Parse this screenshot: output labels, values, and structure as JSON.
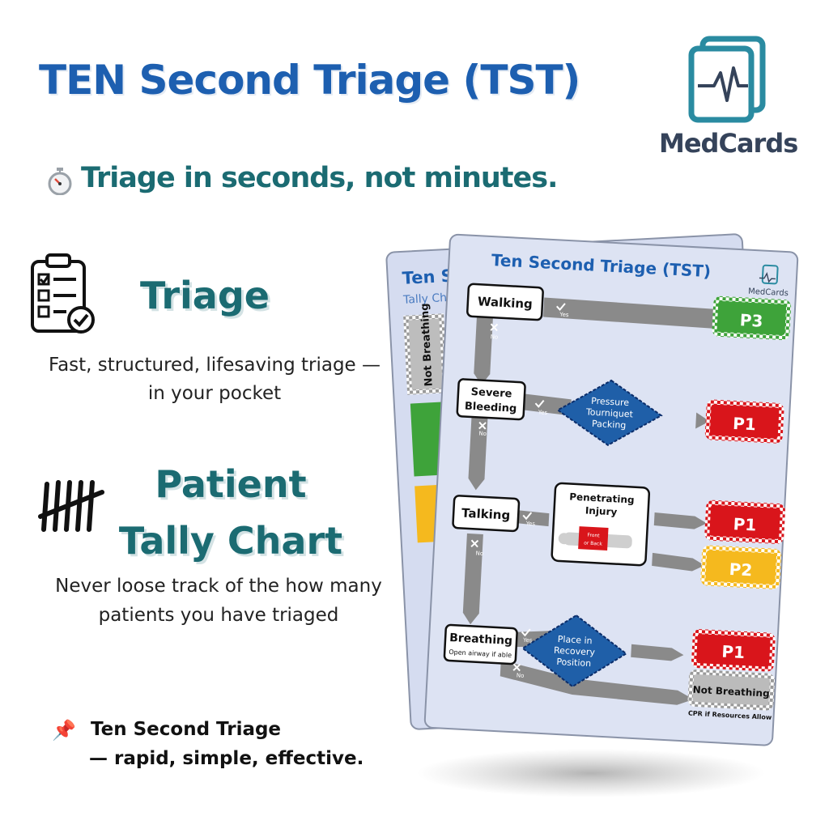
{
  "header": {
    "title": "TEN Second Triage (TST)",
    "brand": "MedCards"
  },
  "tagline": "Triage in seconds, not minutes.",
  "features": [
    {
      "heading": "Triage",
      "description": "Fast, structured, lifesaving triage — in your pocket",
      "icon": "clipboard-checklist-icon"
    },
    {
      "heading": "Patient Tally Chart",
      "heading_line1": "Patient",
      "heading_line2": "Tally Chart",
      "description": "Never loose track of the how many patients you have triaged",
      "icon": "tally-marks-icon"
    }
  ],
  "footer": {
    "line1": "Ten Second Triage",
    "line2": "— rapid, simple, effective.",
    "icon": "pushpin-icon"
  },
  "card_back": {
    "title": "Ten Sec",
    "subtitle": "Tally Ch",
    "label": "Not Breathing"
  },
  "card": {
    "title": "Ten Second Triage (TST)",
    "brand": "MedCards",
    "steps": {
      "walking": "Walking",
      "severe": "Severe",
      "bleeding": "Bleeding",
      "talking": "Talking",
      "breathing": "Breathing",
      "breathing_sub": "Open airway if able"
    },
    "diamonds": {
      "pressure": "Pressure",
      "tourniquet": "Tourniquet",
      "packing": "Packing",
      "place_in": "Place in",
      "recovery": "Recovery",
      "position": "Position"
    },
    "injury": {
      "line1": "Penetrating",
      "line2": "Injury",
      "front": "Front",
      "back": "or Back"
    },
    "yes": "Yes",
    "no": "No",
    "outcomes": {
      "p3": "P3",
      "p1": "P1",
      "p2": "P2",
      "not_breathing": "Not Breathing",
      "cpr_note": "CPR if Resources Allow"
    },
    "colors": {
      "p3": "#3ea33a",
      "p1": "#d9151b",
      "p2": "#f5b91e",
      "black": "#bbbbbb",
      "diamond": "#1f5fa8",
      "card_bg": "#dde3f3",
      "arrow": "#8a8a8a"
    }
  }
}
